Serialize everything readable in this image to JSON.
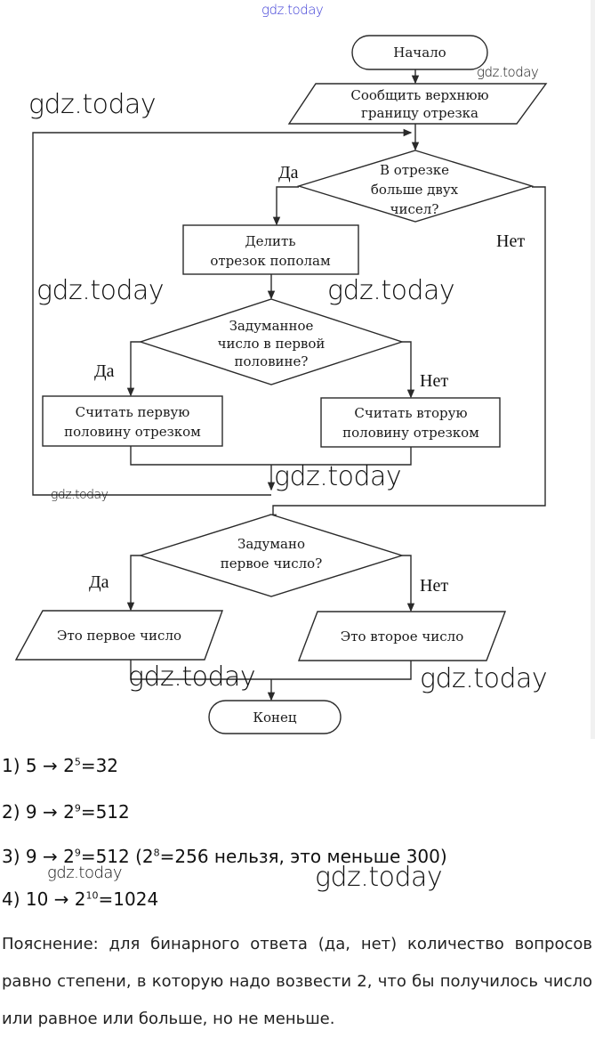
{
  "watermarks": {
    "site": "gdz.today"
  },
  "flowchart": {
    "start": "Начало",
    "input_upper_bound": [
      "Сообщить верхнюю",
      "границу отрезка"
    ],
    "decision_more_than_two": [
      "В отрезке",
      "больше двух",
      "чисел?"
    ],
    "process_halve": [
      "Делить",
      "отрезок пополам"
    ],
    "decision_first_half": [
      "Задуманное",
      "число в первой",
      "половине?"
    ],
    "process_first_half": [
      "Считать первую",
      "половину отрезком"
    ],
    "process_second_half": [
      "Считать вторую",
      "половину отрезком"
    ],
    "decision_first_number": [
      "Задумано",
      "первое число?"
    ],
    "output_first": "Это первое число",
    "output_second": "Это второе число",
    "end": "Конец",
    "labels": {
      "yes": "Да",
      "no": "Нет"
    }
  },
  "answers": [
    {
      "prefix": "1) 5 → 2",
      "exp": "5",
      "suffix": "=32",
      "note": ""
    },
    {
      "prefix": "2) 9 → 2",
      "exp": "9",
      "suffix": "=512",
      "note": ""
    },
    {
      "prefix": "3) 9 → 2",
      "exp": "9",
      "suffix": "=512 (2",
      "note_exp": "8",
      "note": "=256  нельзя, это меньше 300)"
    },
    {
      "prefix": "4) 10 → 2",
      "exp": "10",
      "suffix": "=1024",
      "note": ""
    }
  ],
  "explanation": "Пояснение: для бинарного ответа (да, нет) количество вопросов равно степени, в которую надо возвести 2, что бы получилось число или равное или больше, но не меньше."
}
